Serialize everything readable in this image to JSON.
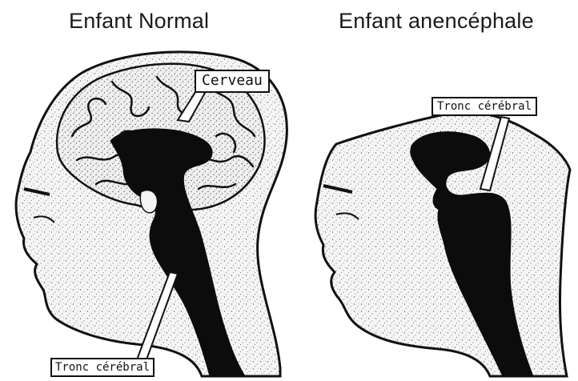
{
  "titles": {
    "normal": "Enfant Normal",
    "anencephalic": "Enfant anencéphale"
  },
  "labels": {
    "cerveau": "Cerveau",
    "tronc_normal": "Tronc cérébral",
    "tronc_anencephalic": "Tronc cérébral"
  },
  "colors": {
    "background": "#ffffff",
    "outline": "#111111",
    "fill_stipple": "#f4f4f4",
    "brainstem": "#0c0c0c"
  }
}
